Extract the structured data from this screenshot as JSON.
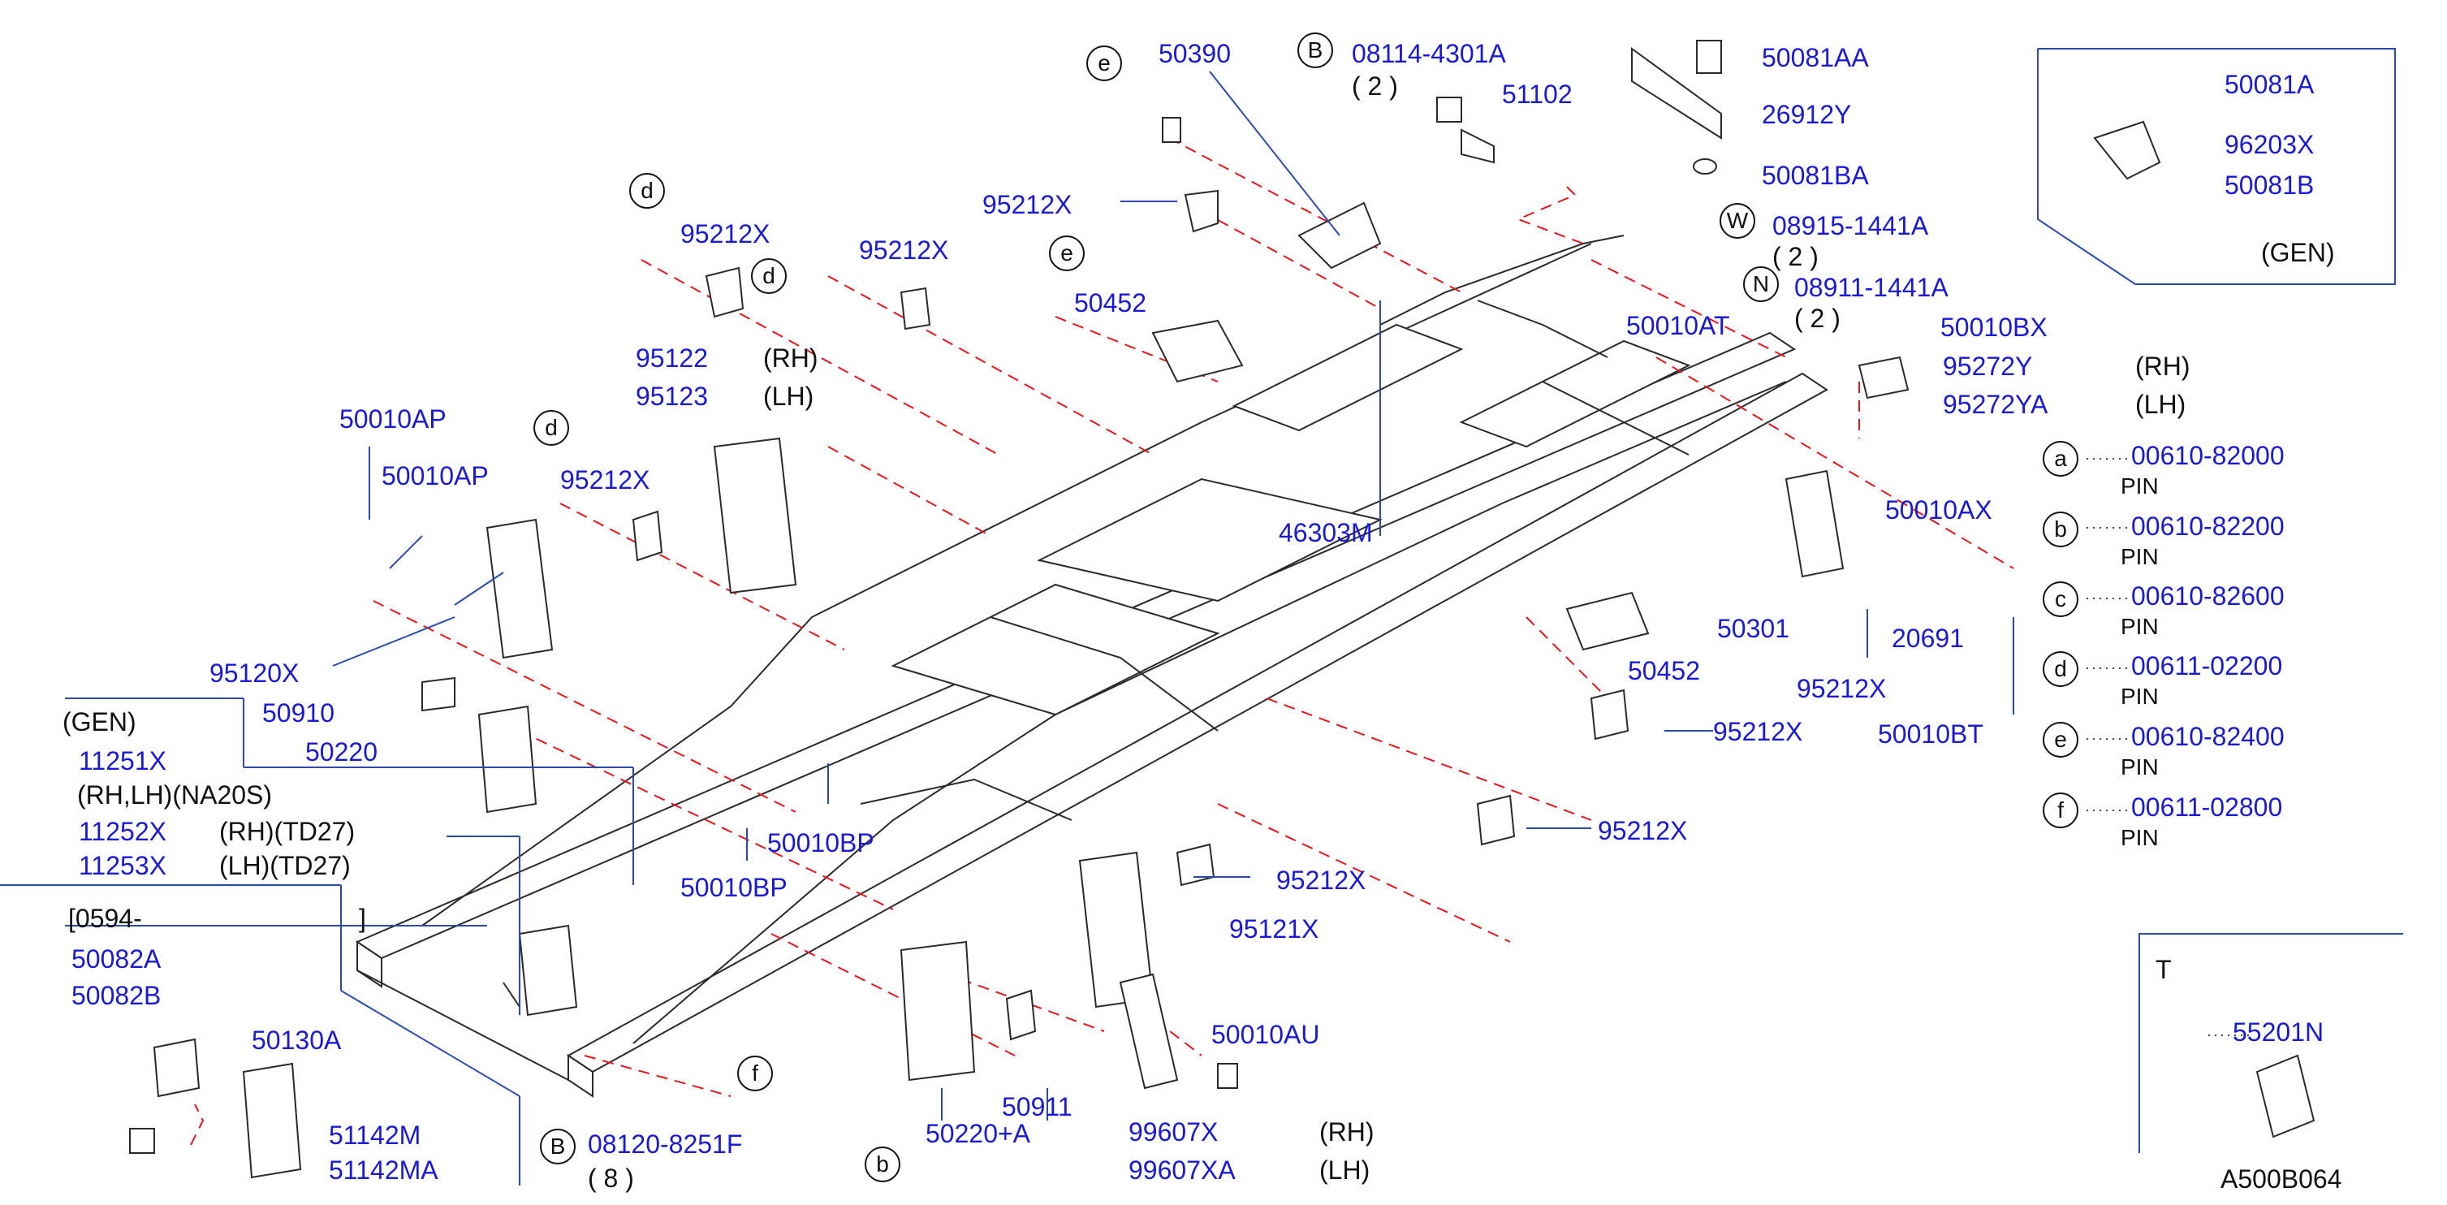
{
  "diagram_code": "A500B064",
  "labels": {
    "p50390": "50390",
    "p08114": "08114-4301A",
    "qty2a": "( 2 )",
    "p51102": "51102",
    "p50081AA": "50081AA",
    "p26912Y": "26912Y",
    "p50081BA": "50081BA",
    "p95212X_top": "95212X",
    "p95212X_d1": "95212X",
    "p95212X_d2": "95212X",
    "p50452_top": "50452",
    "p95122": "95122",
    "rh1": "(RH)",
    "p95123": "95123",
    "lh1": "(LH)",
    "p08915": "08915-1441A",
    "qty2b": "( 2 )",
    "p08911": "08911-1441A",
    "qty2c": "( 2 )",
    "p50010AT": "50010AT",
    "p50010BX": "50010BX",
    "p95272Y": "95272Y",
    "rh2": "(RH)",
    "p95272YA": "95272YA",
    "lh2": "(LH)",
    "p50010AX": "50010AX",
    "p50010AP_1": "50010AP",
    "p50010AP_2": "50010AP",
    "p95212X_d3": "95212X",
    "p46303M": "46303M",
    "p95120X": "95120X",
    "p50910": "50910",
    "p50220": "50220",
    "p50010BP_1": "50010BP",
    "p50010BP_2": "50010BP",
    "p50301": "50301",
    "p20691": "20691",
    "p50452_mid": "50452",
    "p95212X_r1": "95212X",
    "p95212X_r2": "95212X",
    "p95212X_r3": "95212X",
    "p50010BT": "50010BT",
    "p95212X_b": "95212X",
    "p95121X": "95121X",
    "p50010AU": "50010AU",
    "p50911": "50911",
    "p50220A": "50220+A",
    "p99607X": "99607X",
    "rh3": "(RH)",
    "p99607XA": "99607XA",
    "lh3": "(LH)",
    "p08120": "08120-8251F",
    "qty8": "( 8 )",
    "gen_left": "(GEN)",
    "p11251X": "11251X",
    "note1": "(RH,LH)(NA20S)",
    "p11252X": "11252X",
    "note2": "(RH)(TD27)",
    "p11253X": "11253X",
    "note3": "(LH)(TD27)",
    "date_open": "[0594-",
    "date_close": "]",
    "p50082A": "50082A",
    "p50082B": "50082B",
    "p50130A": "50130A",
    "p51142M": "51142M",
    "p51142MA": "51142MA"
  },
  "inset_gen": {
    "p50081A": "50081A",
    "p96203X": "96203X",
    "p50081B": "50081B",
    "gen": "(GEN)"
  },
  "inset_t": {
    "title": "T",
    "p55201N": "55201N"
  },
  "pins": [
    {
      "letter": "a",
      "part": "00610-82000",
      "kind": "PIN"
    },
    {
      "letter": "b",
      "part": "00610-82200",
      "kind": "PIN"
    },
    {
      "letter": "c",
      "part": "00610-82600",
      "kind": "PIN"
    },
    {
      "letter": "d",
      "part": "00611-02200",
      "kind": "PIN"
    },
    {
      "letter": "e",
      "part": "00610-82400",
      "kind": "PIN"
    },
    {
      "letter": "f",
      "part": "00611-02800",
      "kind": "PIN"
    }
  ],
  "callouts": {
    "e1": "e",
    "B1": "B",
    "d1": "d",
    "d2": "d",
    "e2": "e",
    "W": "W",
    "N": "N",
    "d3": "d",
    "f": "f",
    "b": "b",
    "B2": "B"
  },
  "colors": {
    "part_number": "#1a1ad6",
    "dash_line": "#e8141c",
    "leader": "#2a4ab0",
    "linework": "#2a2a2a"
  }
}
